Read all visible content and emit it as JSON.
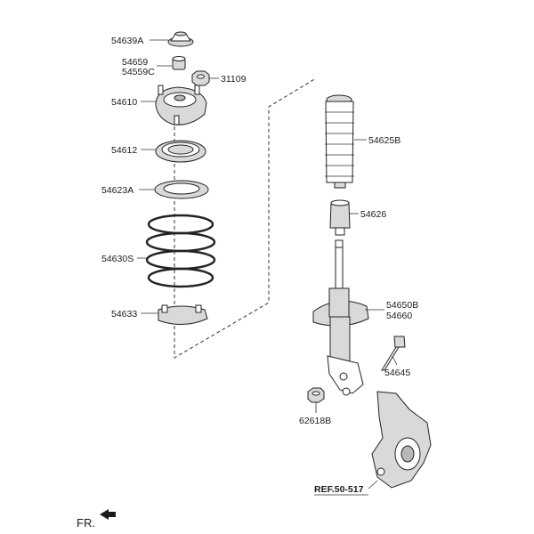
{
  "labels": {
    "p54639A": "54639A",
    "p54659": "54659",
    "p54559C": "54559C",
    "p31109": "31109",
    "p54610": "54610",
    "p54612": "54612",
    "p54623A": "54623A",
    "p54630S": "54630S",
    "p54633": "54633",
    "p54625B": "54625B",
    "p54626": "54626",
    "p54650B": "54650B",
    "p54660": "54660",
    "p54645": "54645",
    "p62618B": "62618B",
    "ref": "REF.50-517",
    "fr": "FR."
  },
  "colors": {
    "line": "#222222",
    "part_fill": "#d9d9d9"
  }
}
